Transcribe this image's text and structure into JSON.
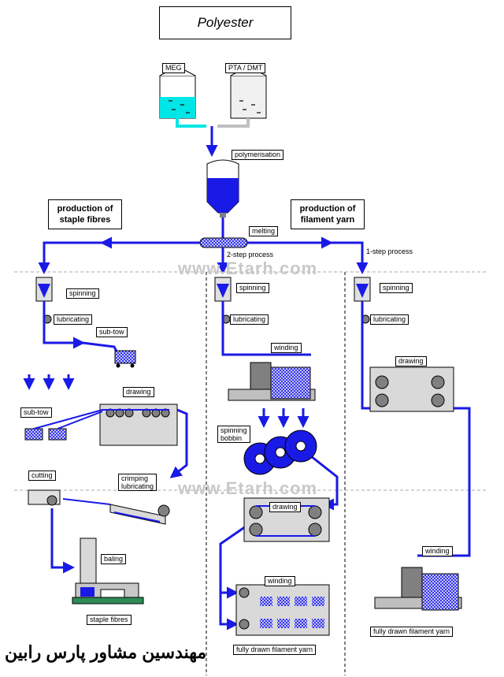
{
  "title": "Polyester",
  "feedstock": {
    "left": "MEG",
    "right": "PTA / DMT"
  },
  "labels": {
    "polymerisation": "polymerisation",
    "melting": "melting",
    "step2": "2-step process",
    "step1": "1-step process",
    "staple_head": "production of staple fibres",
    "filament_head": "production of filament yarn",
    "spinning": "spinning",
    "lubricating": "lubricating",
    "sub_tow": "sub-tow",
    "drawing": "drawing",
    "cutting": "cutting",
    "crimping": "crimping",
    "crimping_lub": "lubricating",
    "baling": "baling",
    "staple_fibres": "staple fibres",
    "winding": "winding",
    "spinning_bobbin_1": "spinning",
    "spinning_bobbin_2": "bobbin",
    "fully_drawn_1": "fully drawn filament yarn",
    "fully_drawn_2": "fully drawn filament yarn"
  },
  "watermark": "www.Etarh.com",
  "farsi": "مهندسین مشاور پارس رابین",
  "colors": {
    "flow": "#1a1ae6",
    "meg": "#00e5e5",
    "pta": "#c0c0c0",
    "machine": "#808080"
  }
}
